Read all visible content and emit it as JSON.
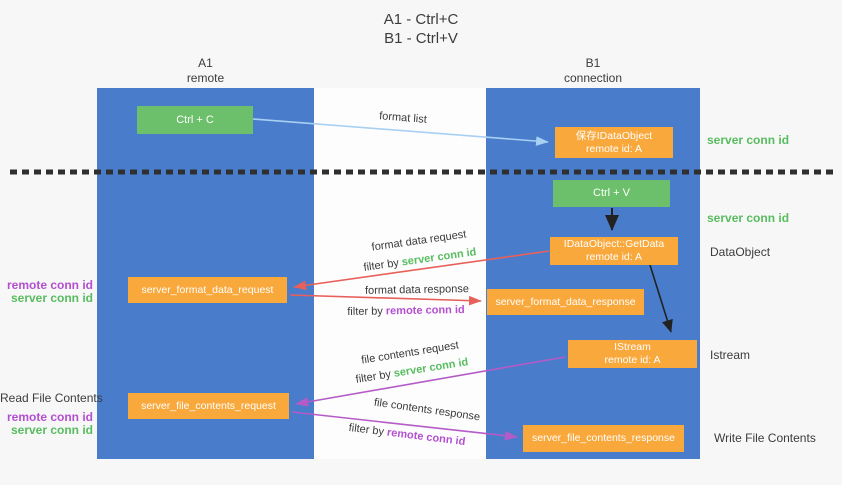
{
  "title": {
    "line1": "A1 - Ctrl+C",
    "line2": "B1 - Ctrl+V"
  },
  "lifelines": {
    "left": {
      "name": "A1",
      "role": "remote"
    },
    "right": {
      "name": "B1",
      "role": "connection"
    }
  },
  "nodes": {
    "ctrl_c": "Ctrl + C",
    "ctrl_v": "Ctrl + V",
    "save_idataobject": "保存IDataObject",
    "save_idataobject_sub": "remote id: A",
    "getdata": "IDataObject::GetData",
    "getdata_sub": "remote id: A",
    "istream": "IStream",
    "istream_sub": "remote id: A",
    "format_request": "server_format_data_request",
    "format_response": "server_format_data_response",
    "file_request": "server_file_contents_request",
    "file_response": "server_file_contents_response"
  },
  "arrow_labels": {
    "format_list": "format list",
    "format_data_request": "format data request",
    "format_data_response": "format data response",
    "file_contents_request": "file contents request",
    "file_contents_response": "file contents response",
    "filter_by": "filter by ",
    "server_conn_id": "server conn id",
    "remote_conn_id": "remote conn id"
  },
  "side_labels": {
    "server_conn_id": "server conn id",
    "remote_conn_id": "remote conn id",
    "dataobject": "DataObject",
    "istream": "Istream",
    "write_file_contents": "Write File Contents",
    "read_file_contents": "Read File Contents"
  },
  "colors": {
    "lifeline_blue": "#4a7ccc",
    "box_green": "#6cbf6b",
    "box_orange": "#f9a83c",
    "arrow_red": "#e8605a",
    "arrow_purple": "#b55bc8",
    "arrow_light_blue": "#a8d0f2",
    "arrow_black": "#222222",
    "text_green": "#58bd5f",
    "text_purple": "#b44fd0"
  }
}
